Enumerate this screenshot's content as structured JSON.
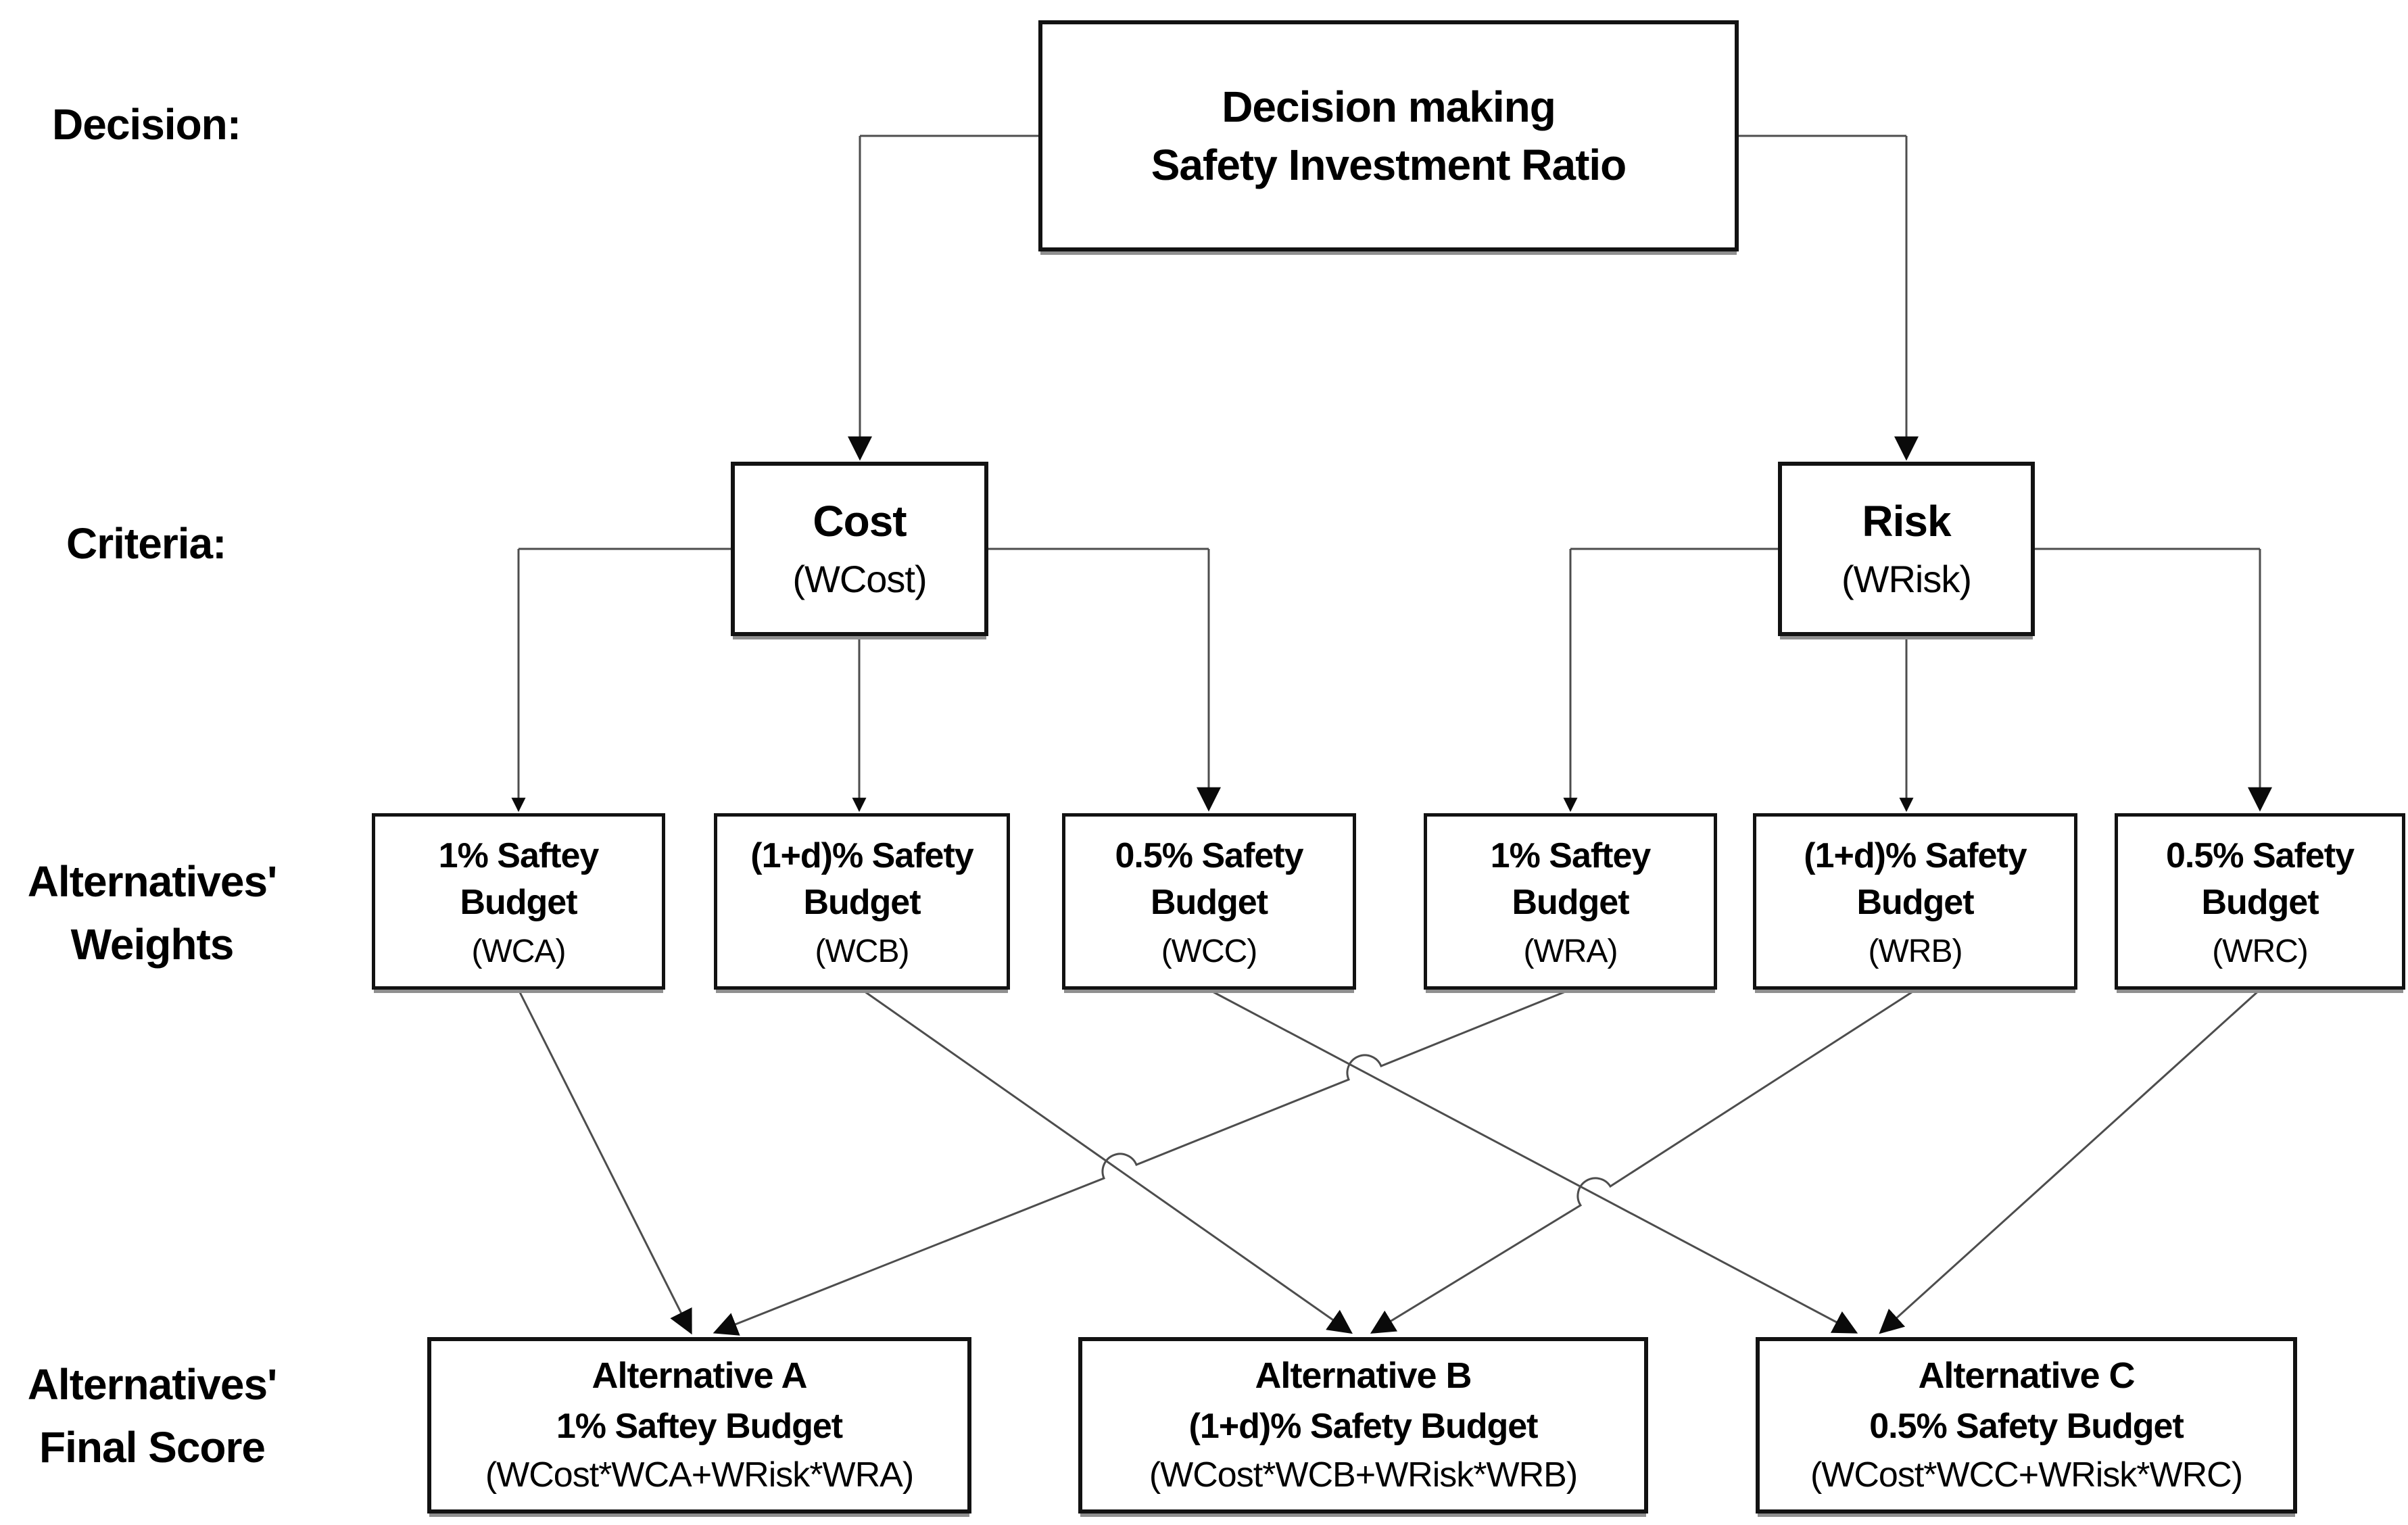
{
  "colors": {
    "background": "#ffffff",
    "box_border": "#121212",
    "connector": "#4d4d4d",
    "arrow": "#0a0a0a",
    "text": "#000000"
  },
  "row_labels": {
    "decision": "Decision:",
    "criteria": "Criteria:",
    "weights_line1": "Alternatives'",
    "weights_line2": "Weights",
    "final_line1": "Alternatives'",
    "final_line2": "Final Score"
  },
  "decision_node": {
    "line1": "Decision making",
    "line2": "Safety Investment Ratio"
  },
  "criteria_nodes": [
    {
      "name": "Cost",
      "weight_label": "(WCost)"
    },
    {
      "name": "Risk",
      "weight_label": "(WRisk)"
    }
  ],
  "weight_nodes": [
    {
      "line1": "1% Saftey",
      "line2": "Budget",
      "weight_label": "(WCA)"
    },
    {
      "line1": "(1+d)% Safety",
      "line2": "Budget",
      "weight_label": "(WCB)"
    },
    {
      "line1": "0.5% Safety",
      "line2": "Budget",
      "weight_label": "(WCC)"
    },
    {
      "line1": "1% Saftey",
      "line2": "Budget",
      "weight_label": "(WRA)"
    },
    {
      "line1": "(1+d)% Safety",
      "line2": "Budget",
      "weight_label": "(WRB)"
    },
    {
      "line1": "0.5% Safety",
      "line2": "Budget",
      "weight_label": "(WRC)"
    }
  ],
  "alternative_nodes": [
    {
      "title": "Alternative A",
      "subtitle": "1% Saftey Budget",
      "formula": "(WCost*WCA+WRisk*WRA)"
    },
    {
      "title": "Alternative B",
      "subtitle": "(1+d)% Safety Budget",
      "formula": "(WCost*WCB+WRisk*WRB)"
    },
    {
      "title": "Alternative C",
      "subtitle": "0.5% Safety Budget",
      "formula": "(WCost*WCC+WRisk*WRC)"
    }
  ]
}
